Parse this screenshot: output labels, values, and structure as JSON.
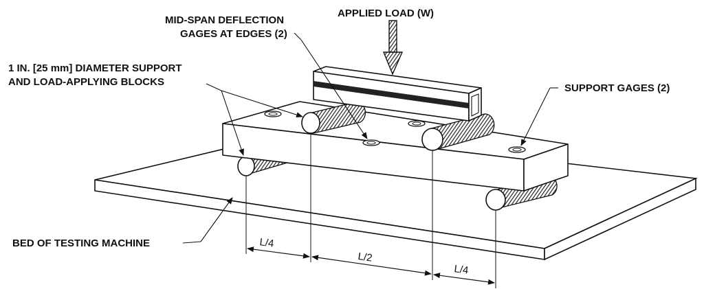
{
  "labels": {
    "applied_load": "APPLIED LOAD (W)",
    "midspan_line1": "MID-SPAN DEFLECTION",
    "midspan_line2": "GAGES AT EDGES (2)",
    "blocks_line1": "1 IN. [25 mm] DIAMETER SUPPORT",
    "blocks_line2": "AND LOAD-APPLYING BLOCKS",
    "support_gages": "SUPPORT GAGES (2)",
    "bed": "BED OF TESTING MACHINE"
  },
  "dimensions": {
    "left_quarter": "L/4",
    "half_span": "L/2",
    "right_quarter": "L/4"
  },
  "colors": {
    "ink": "#111111",
    "hatch": "#3a3a3a",
    "paper": "#ffffff"
  }
}
